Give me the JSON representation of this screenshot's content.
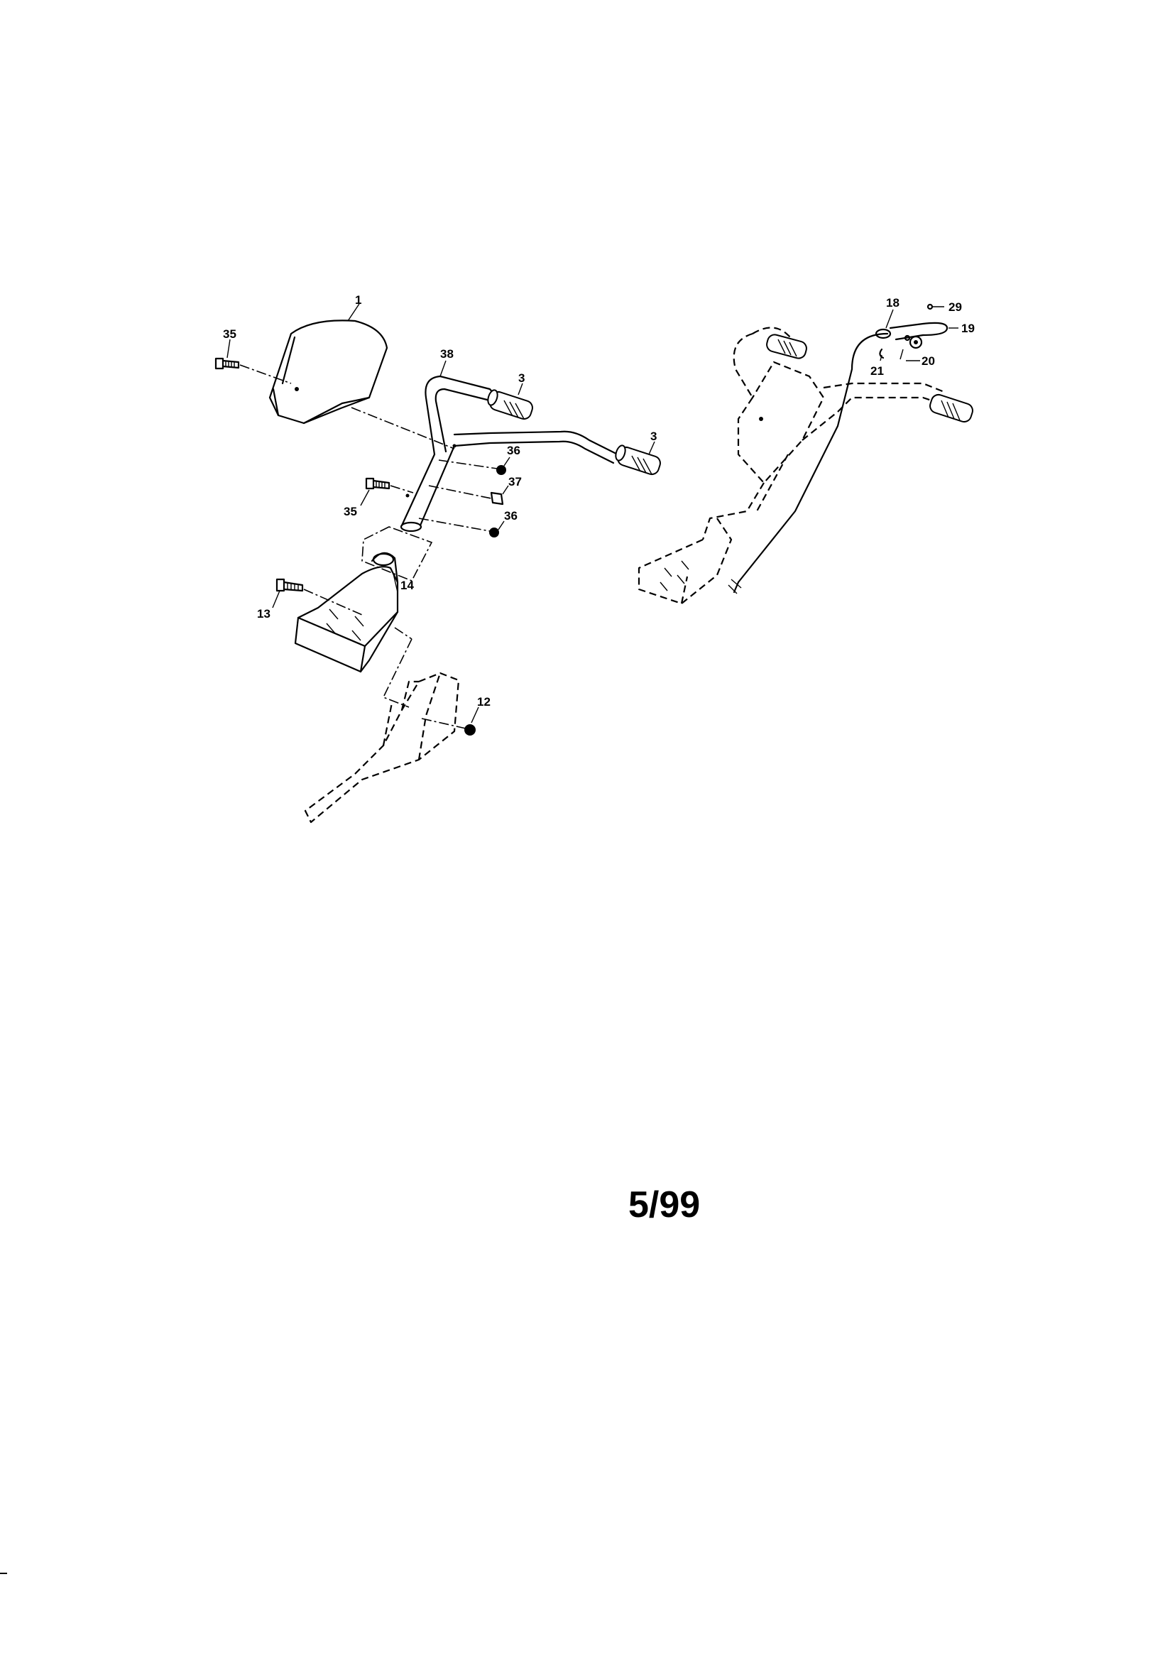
{
  "callouts": {
    "c1": "1",
    "c35a": "35",
    "c38": "38",
    "c3a": "3",
    "c3b": "3",
    "c36a": "36",
    "c37": "37",
    "c35b": "35",
    "c36b": "36",
    "c14": "14",
    "c13": "13",
    "c12": "12",
    "c18": "18",
    "c29": "29",
    "c19": "19",
    "c21": "21",
    "c20": "20"
  },
  "footer": {
    "date_code": "5/99"
  }
}
